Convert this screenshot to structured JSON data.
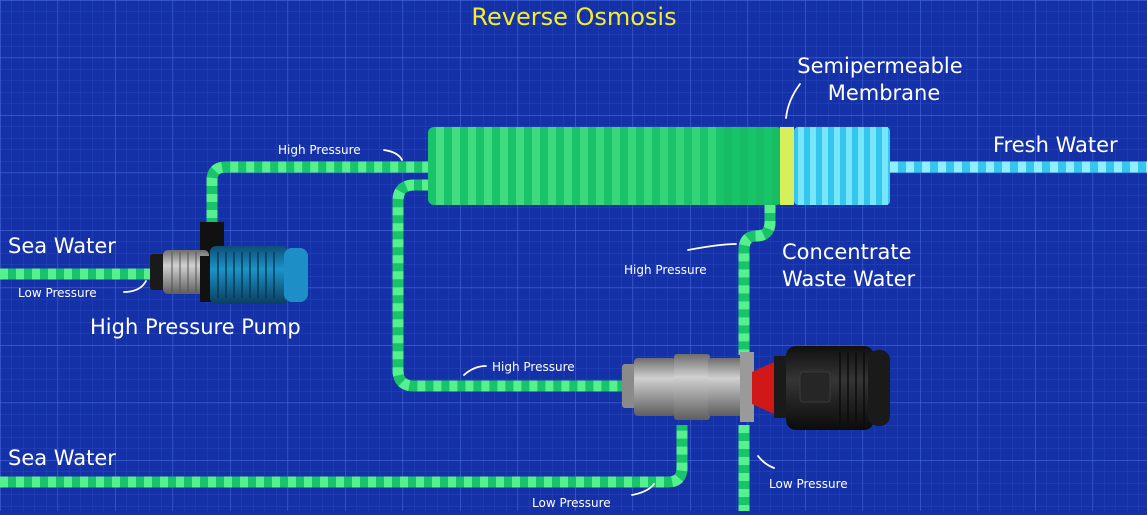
{
  "title": "Reverse Osmosis",
  "labels": {
    "sea_water_top": "Sea Water",
    "sea_water_bottom": "Sea Water",
    "low_pressure_inlet": "Low Pressure",
    "high_pressure_pump": "High Pressure Pump",
    "high_pressure_feed": "High Pressure",
    "membrane": [
      "Semipermeable",
      "Membrane"
    ],
    "fresh_water": "Fresh Water",
    "concentrate": [
      "Concentrate",
      "Waste Water"
    ],
    "high_pressure_concentrate": "High Pressure",
    "high_pressure_recovered": "High Pressure",
    "low_pressure_seawater": "Low Pressure",
    "low_pressure_waste": "Low Pressure"
  },
  "colors": {
    "background": "#1531a8",
    "grid": "#3e5fd0",
    "title": "#f4ee2a",
    "text": "#ffffff",
    "pipe_dark": "#19c36a",
    "pipe_light": "#56f08f",
    "fresh_dark": "#35c6ef",
    "fresh_light": "#8ef0ff",
    "membrane": "#d8ef5c",
    "pump_blue": "#1a85b8",
    "motor_black": "#1d1d1d",
    "coupling_red": "#d01818",
    "steel": "#a3a3a3"
  },
  "icons": {
    "pump": "centrifugal-pump-icon",
    "pressure_exchanger": "pressure-exchanger-icon"
  }
}
